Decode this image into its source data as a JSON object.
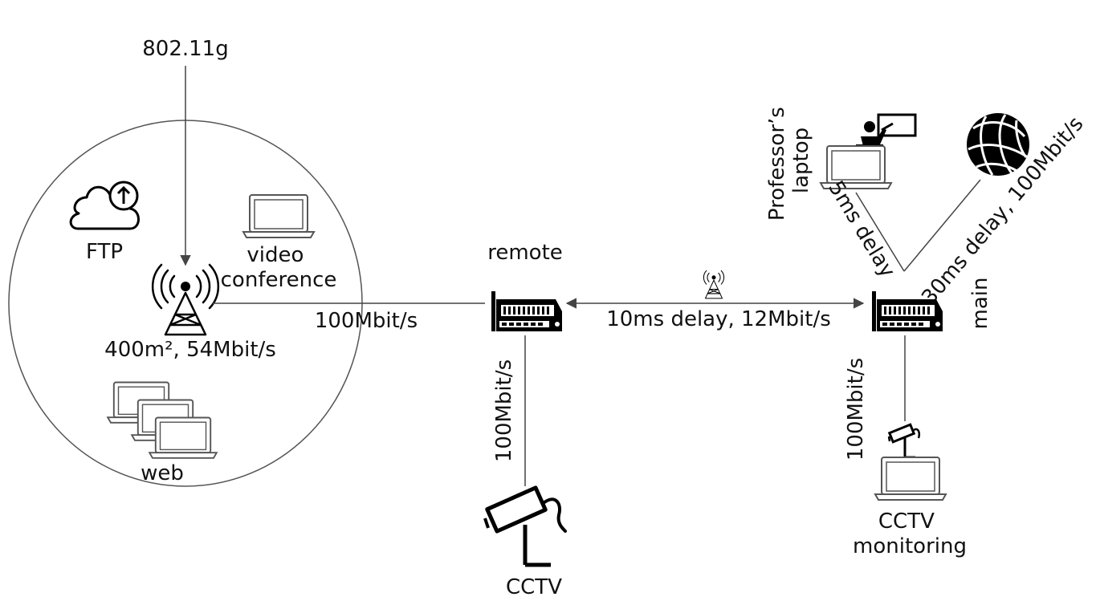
{
  "labels": {
    "standard": "802.11g",
    "ftp": "FTP",
    "video_line1": "video",
    "video_line2": "conference",
    "ap_spec": "400m², 54Mbit/s",
    "web": "web",
    "link_ap_remote": "100Mbit/s",
    "remote": "remote",
    "link_remote_main": "10ms delay, 12Mbit/s",
    "link_remote_cctv": "100Mbit/s",
    "cctv": "CCTV",
    "professor_line1": "Professor’s",
    "professor_line2": "laptop",
    "link_prof_main": "5ms delay",
    "link_internet_main": "30ms delay, 100Mbit/s",
    "main": "main",
    "link_main_monitor": "100Mbit/s",
    "monitor_line1": "CCTV",
    "monitor_line2": "monitoring"
  },
  "icons": {
    "cloud": "cloud-upload-icon",
    "ap": "radio-tower-icon",
    "router": "router-icon",
    "globe": "globe-icon",
    "camera": "security-camera-icon",
    "presenter": "presenter-icon",
    "laptop": "laptop-icon"
  }
}
